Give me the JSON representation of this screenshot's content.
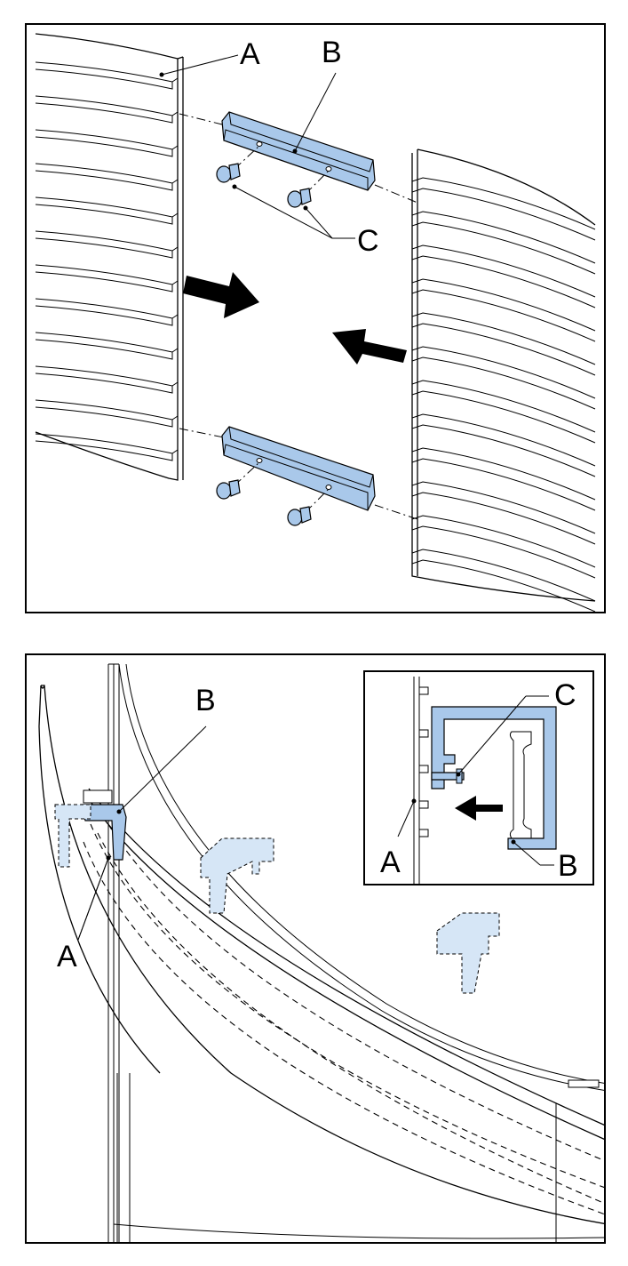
{
  "figure": {
    "top": {
      "label_a": "A",
      "label_b": "B",
      "label_c": "C"
    },
    "bottom": {
      "label_a": "A",
      "label_b": "B",
      "inset_label_a": "A",
      "inset_label_b": "B",
      "inset_label_c": "C"
    }
  },
  "colors": {
    "bracket": "#a9c8ea",
    "bracket_light": "#d6e6f6",
    "outline": "#000000"
  }
}
